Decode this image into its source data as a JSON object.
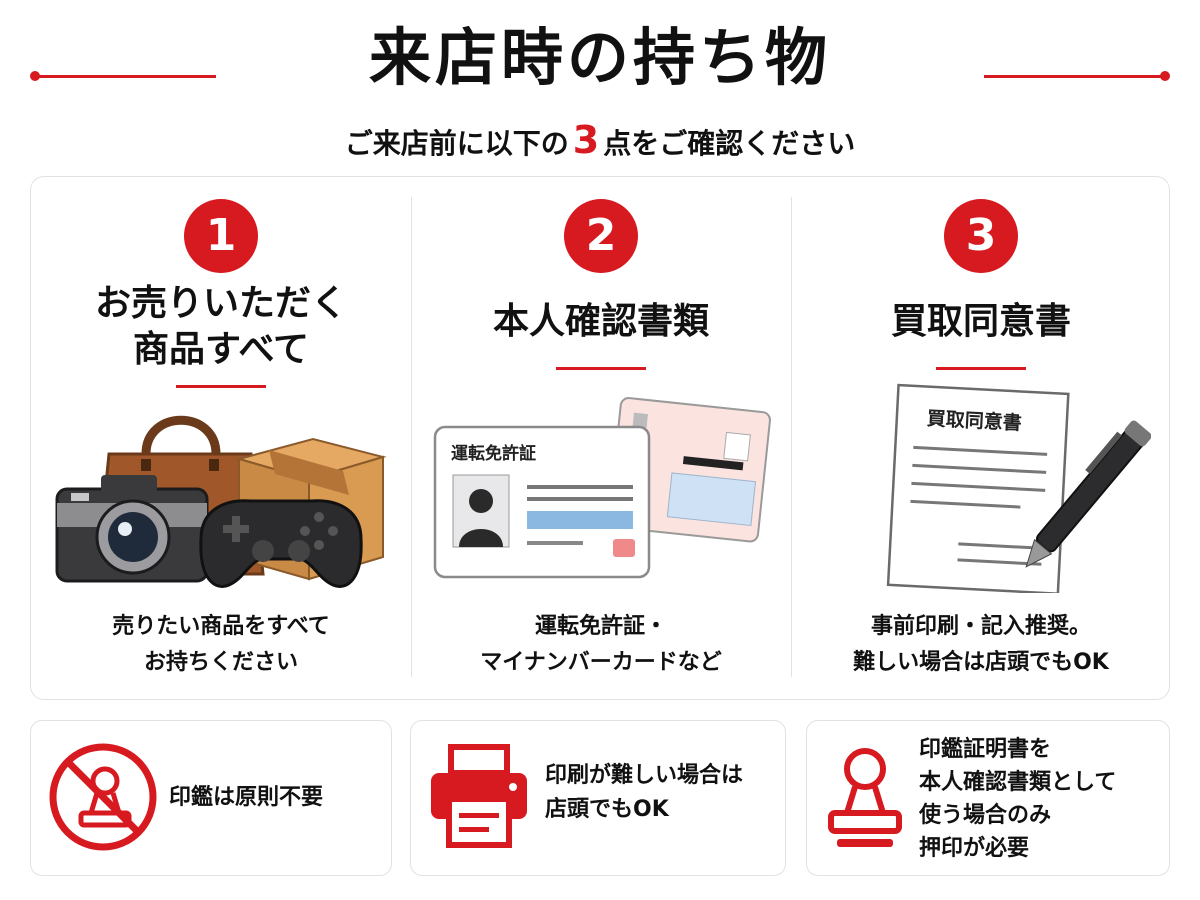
{
  "header": {
    "title": "来店時の持ち物",
    "subtitle_pre": "ご来店前に以下の",
    "subtitle_num": "3",
    "subtitle_post": "点をご確認ください"
  },
  "items": [
    {
      "number": "1",
      "title_line1": "お売りいただく",
      "title_line2": "商品すべて",
      "desc_line1": "売りたい商品をすべて",
      "desc_line2": "お持ちください"
    },
    {
      "number": "2",
      "title_line1": "本人確認書類",
      "card_label": "運転免許証",
      "desc_line1": "運転免許証・",
      "desc_line2": "マイナンバーカードなど"
    },
    {
      "number": "3",
      "title_line1": "買取同意書",
      "doc_label": "買取同意書",
      "desc_line1": "事前印刷・記入推奨。",
      "desc_line2": "難しい場合は店頭でもOK"
    }
  ],
  "notes": [
    {
      "icon": "no-seal-icon",
      "line1": "印鑑は原則不要"
    },
    {
      "icon": "printer-icon",
      "line1": "印刷が難しい場合は",
      "line2": "店頭でもOK"
    },
    {
      "icon": "seal-stamp-icon",
      "line1": "印鑑証明書を",
      "line2": "本人確認書類として",
      "line3": "使う場合のみ",
      "line4": "押印が必要"
    }
  ],
  "colors": {
    "accent": "#d71920",
    "text": "#111111",
    "border": "#e2e2e2"
  }
}
